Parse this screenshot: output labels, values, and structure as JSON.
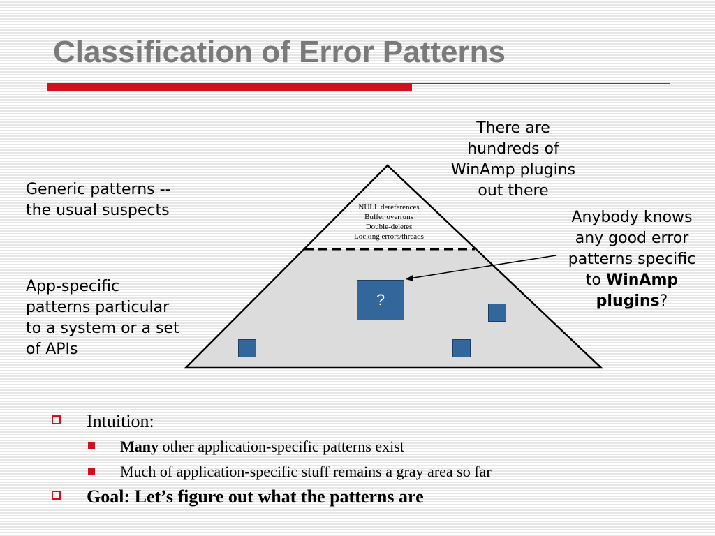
{
  "slide": {
    "title": "Classification of Error Patterns"
  },
  "diagram": {
    "callout_top": [
      "There are",
      "hundreds of",
      "WinAmp plugins",
      "out there"
    ],
    "generic_label": [
      "Generic patterns --",
      "the usual suspects"
    ],
    "app_label": [
      "App-specific",
      "patterns particular",
      "to a system or a set",
      "of APIs"
    ],
    "generic_items": [
      "NULL dereferences",
      "Buffer overruns",
      "Double-deletes",
      "Locking errors/threads"
    ],
    "question_box": "?",
    "right_callout": {
      "line1": "Anybody knows",
      "line2": "any good error",
      "line3": "patterns specific",
      "line4_prefix": "to",
      "line4_bold": "WinAmp",
      "line5_bold": "plugins",
      "line5_suffix": "?"
    },
    "colors": {
      "accent_red": "#d0101c",
      "box_blue": "#33669a",
      "lower_fill": "#dcdcdc"
    }
  },
  "bullets": {
    "intuition": "Intuition:",
    "sub1_bold": "Many",
    "sub1_rest": " other application-specific patterns exist",
    "sub2": "Much of application-specific stuff remains a gray area so far",
    "goal": "Goal: Let’s figure out what the patterns are"
  }
}
